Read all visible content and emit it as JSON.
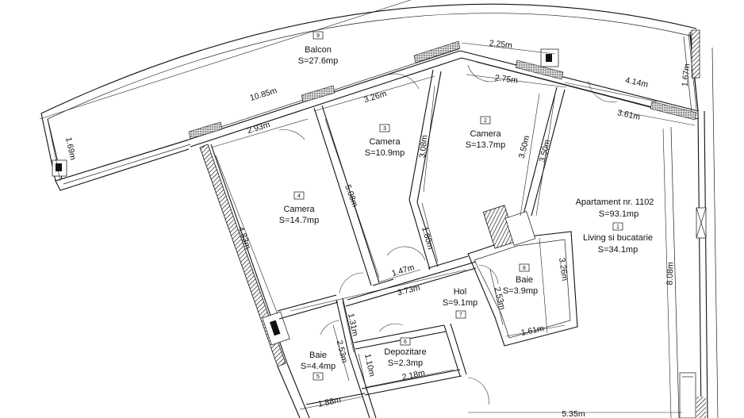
{
  "apartment": {
    "title": "Apartament nr. 1102",
    "area": "S=93.1mp"
  },
  "rooms": [
    {
      "key": "balcon",
      "number": "9",
      "name": "Balcon",
      "area": "S=27.6mp"
    },
    {
      "key": "camera2",
      "number": "2",
      "name": "Camera",
      "area": "S=13.7mp"
    },
    {
      "key": "camera3",
      "number": "3",
      "name": "Camera",
      "area": "S=10.9mp"
    },
    {
      "key": "camera4",
      "number": "4",
      "name": "Camera",
      "area": "S=14.7mp"
    },
    {
      "key": "living",
      "number": "1",
      "name": "Living si bucatarie",
      "area": "S=34.1mp"
    },
    {
      "key": "baie8",
      "number": "8",
      "name": "Baie",
      "area": "S=3.9mp"
    },
    {
      "key": "hol",
      "number": "7",
      "name": "Hol",
      "area": "S=9.1mp"
    },
    {
      "key": "baie5",
      "number": "5",
      "name": "Baie",
      "area": "S=4.4mp"
    },
    {
      "key": "depozitare",
      "number": "6",
      "name": "Depozitare",
      "area": "S=2.3mp"
    }
  ],
  "dimensions": [
    "2.25m",
    "1.67m",
    "10.85m",
    "2.75m",
    "4.14m",
    "3.26m",
    "3.61m",
    "1.69m",
    "2.93m",
    "5.08m",
    "3.08m",
    "3.50m",
    "3.50m",
    "4.83m",
    "1.80m",
    "1.47m",
    "3.73m",
    "3.26m",
    "8.08m",
    "2.53m",
    "1.61m",
    "1.31m",
    "2.53m",
    "1.10m",
    "2.18m",
    "1.88m",
    "5.35m"
  ]
}
